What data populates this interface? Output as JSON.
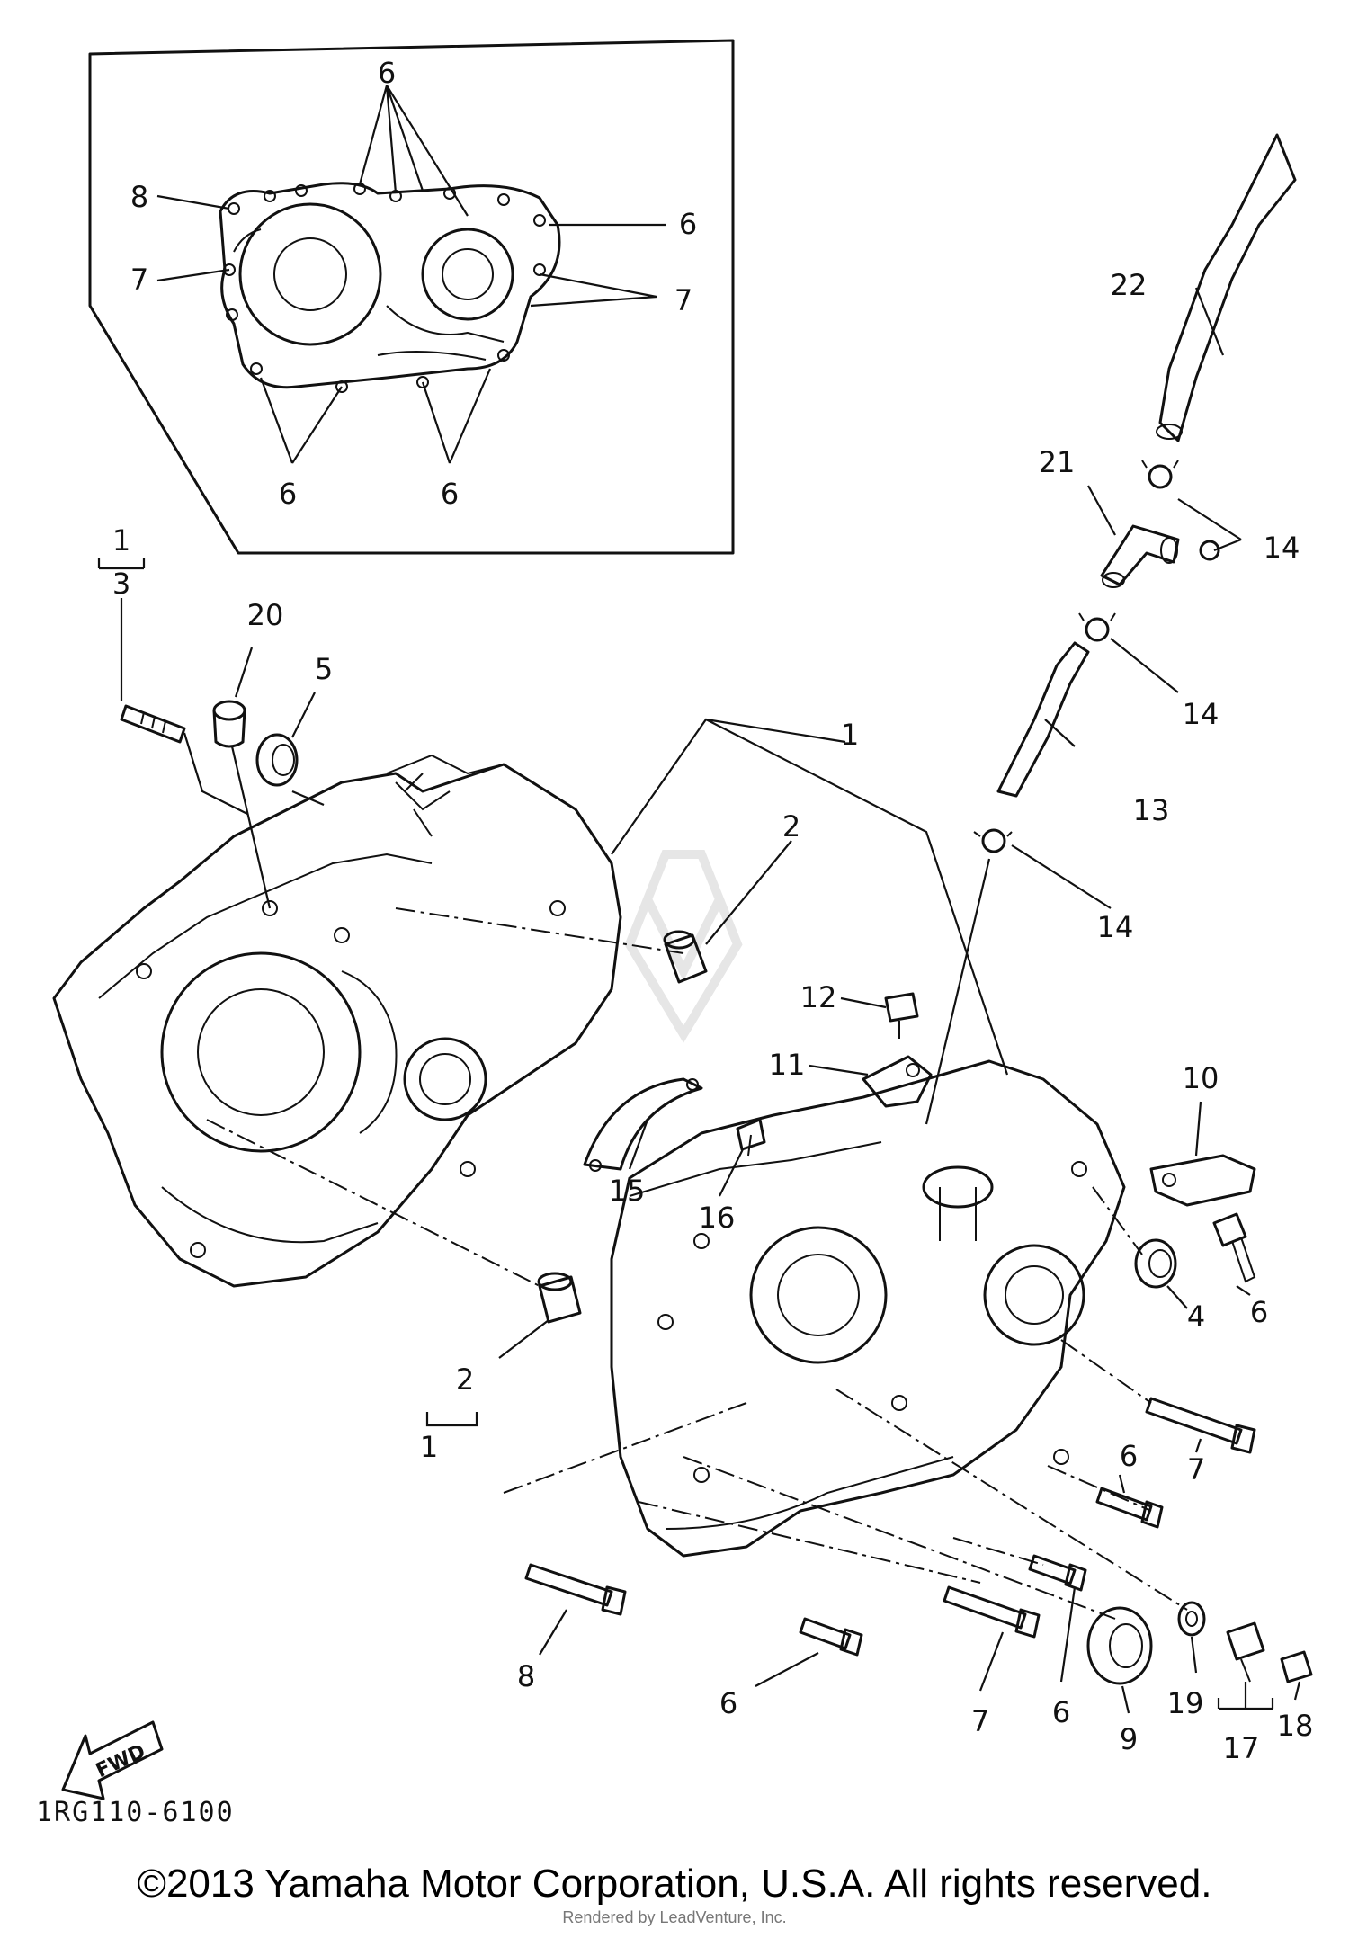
{
  "diagram": {
    "drawing_code": "1RG110-6100",
    "fwd_label": "FWD",
    "callouts": {
      "inset_6_top": "6",
      "inset_8": "8",
      "inset_6_right": "6",
      "inset_7_left": "7",
      "inset_7_right": "7",
      "inset_6_bottom_left": "6",
      "inset_6_bottom_right": "6",
      "p1_bracket_top": "1",
      "p3": "3",
      "p20": "20",
      "p5": "5",
      "p1_case": "1",
      "p2_upper": "2",
      "p22": "22",
      "p21": "21",
      "p14_a": "14",
      "p14_b": "14",
      "p13": "13",
      "p14_c": "14",
      "p12": "12",
      "p11": "11",
      "p10": "10",
      "p15": "15",
      "p16": "16",
      "p4": "4",
      "p6_right": "6",
      "p2_lower": "2",
      "p1_bracket_lower": "1",
      "p7_right": "7",
      "p6_mid": "6",
      "p8": "8",
      "p6_bottom": "6",
      "p7_bottom": "7",
      "p6_bottom2": "6",
      "p9": "9",
      "p19": "19",
      "p18": "18",
      "p17": "17"
    }
  },
  "footer": {
    "copyright": "©2013 Yamaha Motor Corporation, U.S.A. All rights reserved.",
    "rendered_by": "Rendered by LeadVenture, Inc."
  }
}
